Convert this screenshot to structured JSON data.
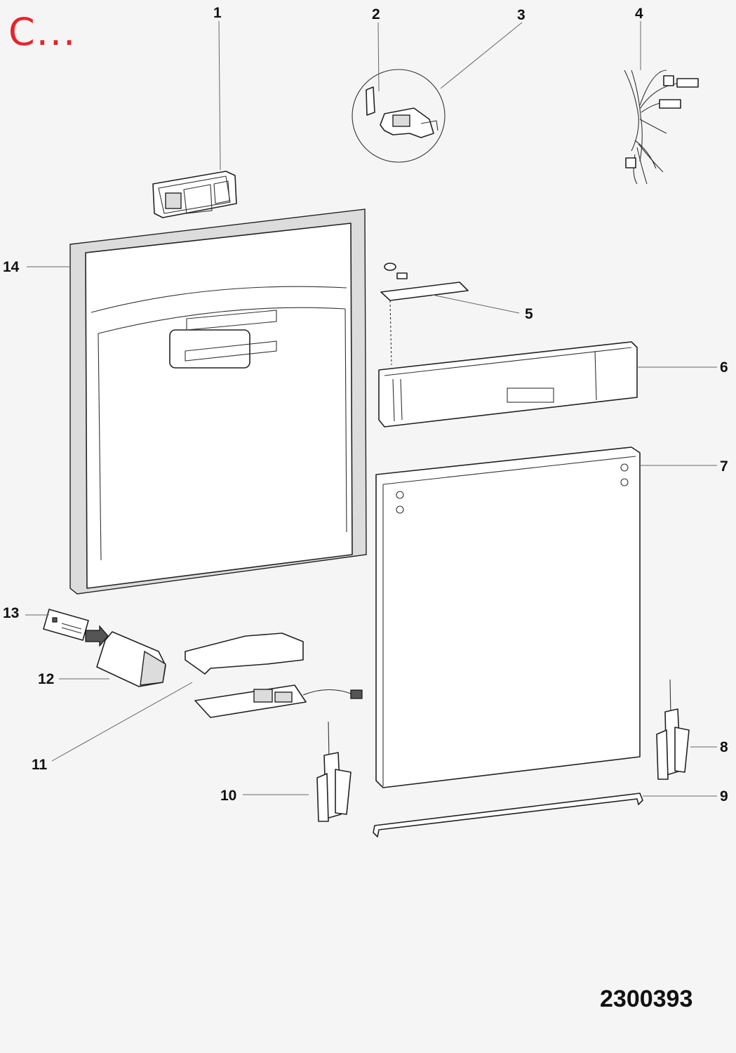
{
  "corner_label": "C...",
  "diagram_code": "2300393",
  "colors": {
    "corner_label": "#e8232b",
    "ink": "#111111",
    "background": "#f5f5f5"
  },
  "callouts": [
    {
      "id": "c1",
      "label": "1"
    },
    {
      "id": "c2",
      "label": "2"
    },
    {
      "id": "c3",
      "label": "3"
    },
    {
      "id": "c4",
      "label": "4"
    },
    {
      "id": "c5",
      "label": "5"
    },
    {
      "id": "c6",
      "label": "6"
    },
    {
      "id": "c7",
      "label": "7"
    },
    {
      "id": "c8",
      "label": "8"
    },
    {
      "id": "c9",
      "label": "9"
    },
    {
      "id": "c10",
      "label": "10"
    },
    {
      "id": "c11",
      "label": "11"
    },
    {
      "id": "c12",
      "label": "12"
    },
    {
      "id": "c13",
      "label": "13"
    },
    {
      "id": "c14",
      "label": "14"
    }
  ]
}
